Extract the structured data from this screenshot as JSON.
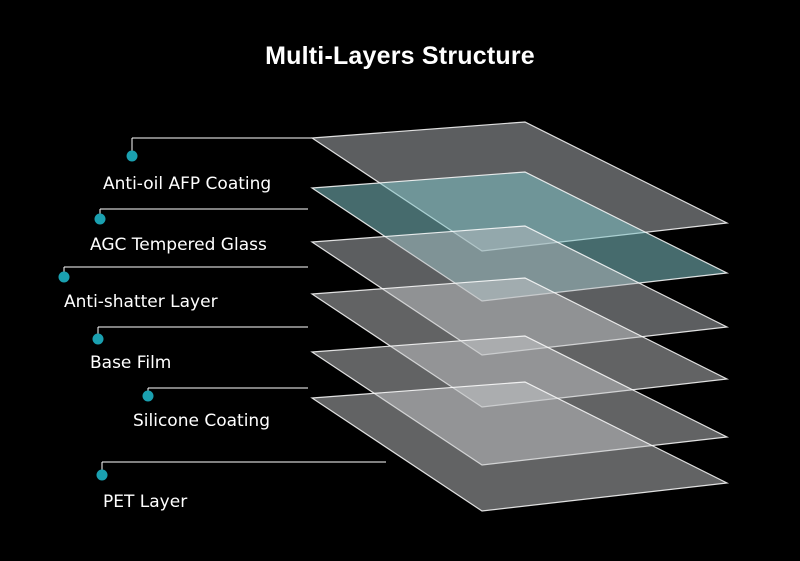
{
  "title": "Multi-Layers Structure",
  "layers": [
    {
      "label": "Anti-oil AFP Coating",
      "color": "#b8bcc0"
    },
    {
      "label": "AGC Tempered Glass",
      "color": "#7fc2c6"
    },
    {
      "label": "Anti-shatter Layer",
      "color": "#b8bcc0"
    },
    {
      "label": "Base Film",
      "color": "#c4c6c8"
    },
    {
      "label": "Silicone Coating",
      "color": "#c4c6c8"
    },
    {
      "label": "PET Layer",
      "color": "#c4c6c8"
    }
  ],
  "colors": {
    "background": "#000000",
    "dot": "#1aa0b0",
    "leader_line": "#ffffff",
    "layer_edge": "#ffffff"
  }
}
